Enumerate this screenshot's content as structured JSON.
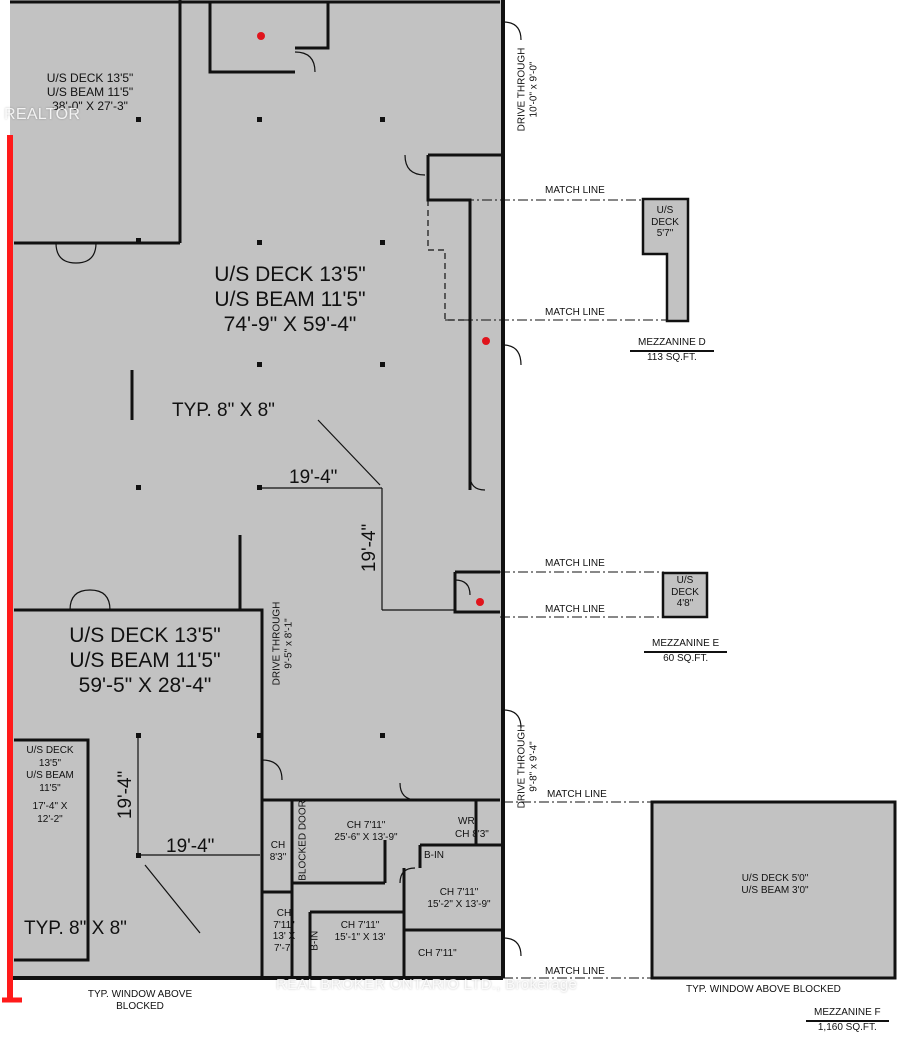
{
  "watermarks": {
    "logo": "REALTOR",
    "brokerage": "REAL BROKER ONTARIO LTD., Brokerage"
  },
  "unit_main": {
    "deck": "U/S DECK 13'5\"",
    "beam": "U/S BEAM 11'5\"",
    "size": "74'-9\" X 59'-4\""
  },
  "unit_top_left": {
    "deck": "U/S DECK 13'5\"",
    "beam": "U/S BEAM 11'5\"",
    "size": "38'-0\" X 27'-3\""
  },
  "unit_lower_left": {
    "deck": "U/S DECK 13'5\"",
    "beam": "U/S BEAM 11'5\"",
    "size": "59'-5\" X 28'-4\""
  },
  "unit_far_left": {
    "deck_a": "U/S DECK",
    "deck_b": "13'5\"",
    "beam_a": "U/S BEAM",
    "beam_b": "11'5\"",
    "size_a": "17'-4\" X",
    "size_b": "12'-2\""
  },
  "columns": {
    "typ_upper": "TYP. 8\" X 8\"",
    "typ_lower": "TYP. 8\" X 8\"",
    "dim_h_upper": "19'-4\"",
    "dim_v_upper": "19'-4\"",
    "dim_h_lower": "19'-4\"",
    "dim_v_lower": "19'-4\""
  },
  "drive_through": {
    "top": {
      "label": "DRIVE THROUGH",
      "size": "10'-0\" x 9'-0\""
    },
    "middle": {
      "label": "DRIVE THROUGH",
      "size": "9'-5\" x 8'-1\""
    },
    "bottom": {
      "label": "DRIVE THROUGH",
      "size": "9'-8\" x 9'-4\""
    }
  },
  "rooms": {
    "office_large": {
      "ch": "CH 7'11\"",
      "size": "25'-6\" X 13'-9\""
    },
    "ch_small": {
      "a": "CH",
      "b": "8'3\""
    },
    "blocked_door": "BLOCKED DOOR",
    "wr": "WR",
    "wr_ch": "CH 8'3\"",
    "bin_1": "B-IN",
    "bin_2": "B-IN",
    "office_mid": {
      "ch": "CH 7'11\"",
      "size": "15'-2\" X 13'-9\""
    },
    "office_left": {
      "a": "CH",
      "b": "7'11\"",
      "c": "13' X",
      "d": "7'-7\""
    },
    "office_center": {
      "ch": "CH 7'11\"",
      "size": "15'-1\" X 13'"
    },
    "office_corner": "CH 7'11\""
  },
  "match_lines": [
    "MATCH LINE",
    "MATCH LINE",
    "MATCH LINE",
    "MATCH LINE",
    "MATCH LINE",
    "MATCH LINE"
  ],
  "mezzanine_d": {
    "deck_a": "U/S",
    "deck_b": "DECK",
    "deck_c": "5'7\"",
    "title": "MEZZANINE D",
    "area": "113 SQ.FT."
  },
  "mezzanine_e": {
    "deck_a": "U/S",
    "deck_b": "DECK",
    "deck_c": "4'8\"",
    "title": "MEZZANINE E",
    "area": "60 SQ.FT."
  },
  "mezzanine_f": {
    "deck": "U/S DECK 5'0\"",
    "beam": "U/S BEAM 3'0\"",
    "title": "MEZZANINE F",
    "area": "1,160 SQ.FT."
  },
  "windows": {
    "left_a": "TYP. WINDOW ABOVE",
    "left_b": "BLOCKED",
    "right": "TYP. WINDOW ABOVE BLOCKED"
  },
  "colors": {
    "floor": "#c2c2c2",
    "wall": "#111111",
    "column_mark": "#e0141c",
    "edge_marker": "#ff1a1a"
  }
}
